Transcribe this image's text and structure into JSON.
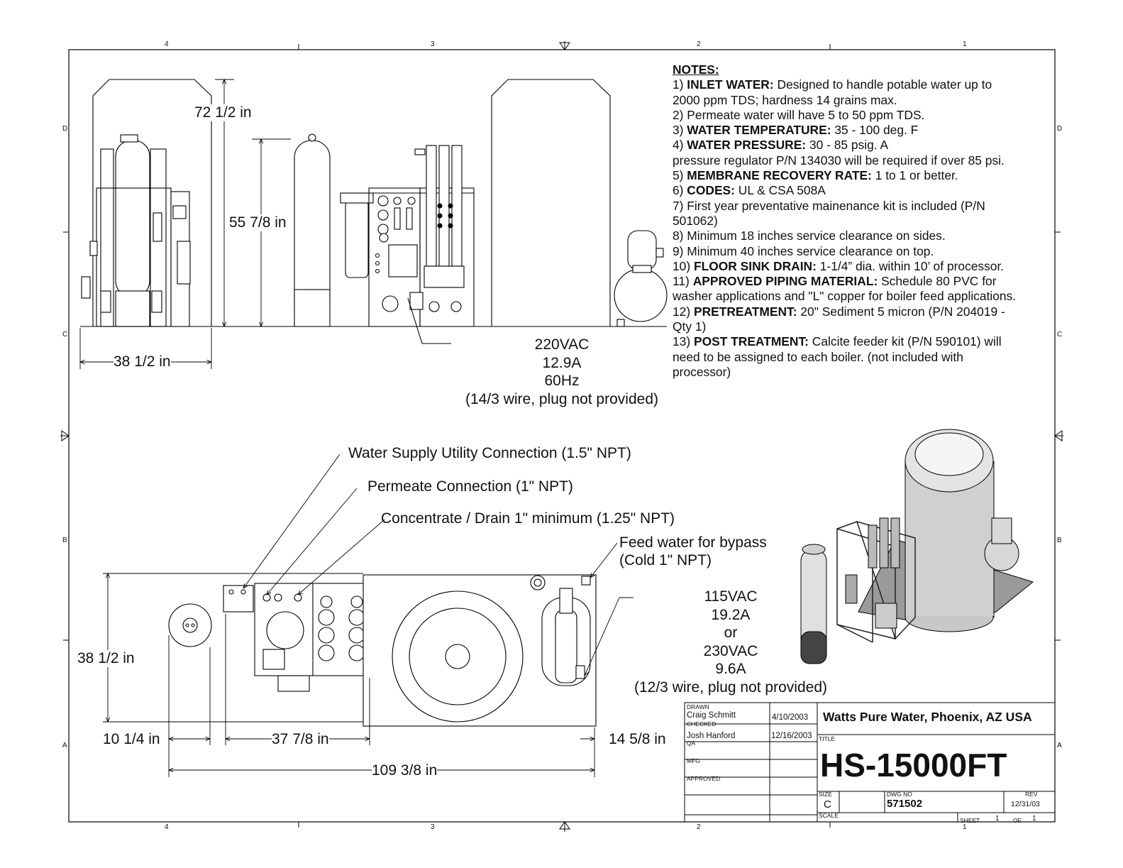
{
  "border": {
    "cols": [
      "4",
      "3",
      "2",
      "1"
    ],
    "rows": [
      "D",
      "C",
      "B",
      "A"
    ]
  },
  "notes": {
    "heading": "NOTES:",
    "items": [
      {
        "prefix": "1) ",
        "bold": "INLET WATER:",
        "text": " Designed to handle potable water up to"
      },
      {
        "prefix": "",
        "bold": "",
        "text": "2000 ppm TDS; hardness 14 grains max."
      },
      {
        "prefix": "2) ",
        "bold": "",
        "text": "Permeate water will have 5 to 50 ppm TDS."
      },
      {
        "prefix": "3) ",
        "bold": "WATER TEMPERATURE:",
        "text": " 35 - 100 deg. F"
      },
      {
        "prefix": "4) ",
        "bold": "WATER PRESSURE:",
        "text": " 30 - 85 psig.  A"
      },
      {
        "prefix": "",
        "bold": "",
        "text": "pressure regulator P/N 134030 will be required if over 85 psi."
      },
      {
        "prefix": "5) ",
        "bold": "MEMBRANE RECOVERY RATE:",
        "text": " 1 to 1 or better."
      },
      {
        "prefix": "6) ",
        "bold": "CODES:",
        "text": " UL & CSA 508A"
      },
      {
        "prefix": "7) ",
        "bold": "",
        "text": "First year preventative mainenance kit is included (P/N"
      },
      {
        "prefix": "",
        "bold": "",
        "text": "501062)"
      },
      {
        "prefix": "8) ",
        "bold": "",
        "text": "Minimum 18 inches service clearance on sides."
      },
      {
        "prefix": "9) ",
        "bold": "",
        "text": "Minimum 40 inches service clearance on top."
      },
      {
        "prefix": "10) ",
        "bold": "FLOOR SINK DRAIN:",
        "text": " 1-1/4” dia. within 10’ of processor."
      },
      {
        "prefix": "11) ",
        "bold": "APPROVED PIPING MATERIAL:",
        "text": " Schedule 80 PVC for"
      },
      {
        "prefix": "",
        "bold": "",
        "text": "washer applications and \"L\" copper for boiler feed applications."
      },
      {
        "prefix": "12) ",
        "bold": "PRETREATMENT:",
        "text": " 20\" Sediment 5 micron (P/N 204019 -"
      },
      {
        "prefix": "",
        "bold": "",
        "text": "Qty 1)"
      },
      {
        "prefix": "13) ",
        "bold": "POST TREATMENT:",
        "text": " Calcite feeder kit (P/N 590101) will"
      },
      {
        "prefix": "",
        "bold": "",
        "text": "need to be assigned to each boiler. (not included with"
      },
      {
        "prefix": "",
        "bold": "",
        "text": "processor)"
      }
    ]
  },
  "dimensions": {
    "height_overall": "72 1/2 in",
    "height_tank": "55 7/8 in",
    "depth_side": "38 1/2 in",
    "depth_plan": "38 1/2 in",
    "gap_left": "10 1/4 in",
    "processor_width": "37 7/8 in",
    "gap_right": "14 5/8 in",
    "overall_length": "109 3/8 in"
  },
  "electrical_upper": [
    "220VAC",
    "12.9A",
    "60Hz",
    "(14/3 wire, plug not provided)"
  ],
  "electrical_lower": [
    "115VAC",
    "19.2A",
    "or",
    "230VAC",
    "9.6A",
    "(12/3 wire, plug not provided)"
  ],
  "callouts": {
    "water_supply": "Water Supply Utility Connection (1.5\" NPT)",
    "permeate": "Permeate Connection (1\" NPT)",
    "concentrate": "Concentrate / Drain 1\" minimum (1.25\" NPT)",
    "feed_bypass_1": "Feed water for bypass",
    "feed_bypass_2": "(Cold 1\" NPT)"
  },
  "title_block": {
    "drawn_label": "DRAWN",
    "drawn_name": "Craig Schmitt",
    "drawn_date": "4/10/2003",
    "checked_label": "CHECKED",
    "checked_name": "Josh Hanford",
    "checked_date": "12/16/2003",
    "qa_label": "QA",
    "mfg_label": "MFG",
    "approved_label": "APPROVED",
    "company": "Watts Pure Water, Phoenix, AZ USA",
    "title_label": "TITLE",
    "title": "HS-15000FT",
    "size_label": "SIZE",
    "size": "C",
    "dwg_no_label": "DWG NO",
    "dwg_no": "571502",
    "rev_label": "REV",
    "rev": "12/31/03",
    "scale_label": "SCALE",
    "sheet_label": "SHEET",
    "sheet": "1",
    "of_label": "OF",
    "of": "1"
  }
}
